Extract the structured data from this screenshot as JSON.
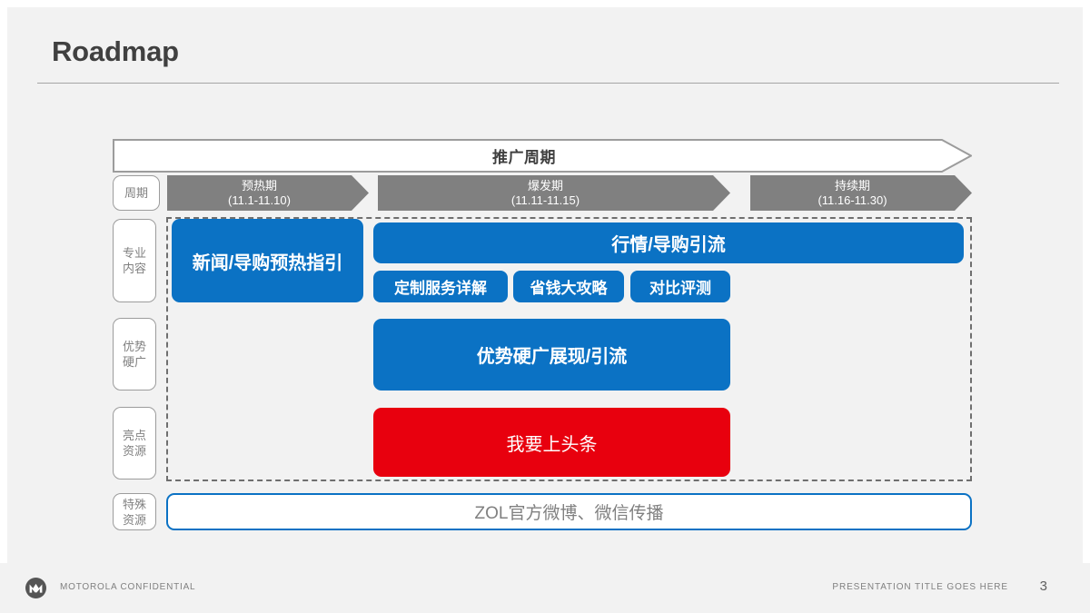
{
  "slide": {
    "title": "Roadmap",
    "accent_blue": "#0b72c4",
    "accent_red": "#e8000e",
    "chevron_gray": "#808080",
    "background": "#f2f2f2"
  },
  "banner": {
    "label": "推广周期"
  },
  "timeline": {
    "row_label": "周期",
    "phases": [
      {
        "name": "预热期",
        "dates": "(11.1-11.10)"
      },
      {
        "name": "爆发期",
        "dates": "(11.11-11.15)"
      },
      {
        "name": "持续期",
        "dates": "(11.16-11.30)"
      }
    ]
  },
  "rows": [
    {
      "label_line1": "专业",
      "label_line2": "内容",
      "blocks": [
        {
          "text": "新闻/导购预热指引",
          "color": "blue"
        },
        {
          "text": "行情/导购引流",
          "color": "blue"
        }
      ],
      "chips": [
        {
          "text": "定制服务详解"
        },
        {
          "text": "省钱大攻略"
        },
        {
          "text": "对比评测"
        }
      ]
    },
    {
      "label_line1": "优势",
      "label_line2": "硬广",
      "blocks": [
        {
          "text": "优势硬广展现/引流",
          "color": "blue"
        }
      ]
    },
    {
      "label_line1": "亮点",
      "label_line2": "资源",
      "blocks": [
        {
          "text": "我要上头条",
          "color": "red"
        }
      ]
    },
    {
      "label_line1": "特殊",
      "label_line2": "资源",
      "blocks": [
        {
          "text": "ZOL官方微博、微信传播",
          "color": "outline"
        }
      ]
    }
  ],
  "footer": {
    "logo": "motorola-logo",
    "confidential": "MOTOROLA CONFIDENTIAL",
    "presentation_title": "PRESENTATION TITLE GOES HERE",
    "page_number": "3"
  }
}
